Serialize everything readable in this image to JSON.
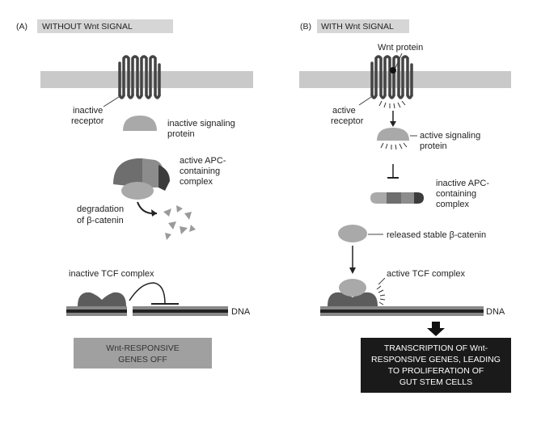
{
  "panel_a": {
    "letter": "(A)",
    "title": "WITHOUT Wnt SIGNAL",
    "receptor_label_1": "inactive",
    "receptor_label_2": "receptor",
    "signaling_label_1": "inactive signaling",
    "signaling_label_2": "protein",
    "apc_label_1": "active APC-",
    "apc_label_2": "containing",
    "apc_label_3": "complex",
    "degradation_label_1": "degradation",
    "degradation_label_2": "of β-catenin",
    "tcf_label": "inactive TCF complex",
    "dna_label": "DNA",
    "result_1": "Wnt-RESPONSIVE",
    "result_2": "GENES OFF"
  },
  "panel_b": {
    "letter": "(B)",
    "title": "WITH Wnt SIGNAL",
    "wnt_label": "Wnt protein",
    "receptor_label_1": "active",
    "receptor_label_2": "receptor",
    "signaling_label_1": "active signaling",
    "signaling_label_2": "protein",
    "apc_label_1": "inactive APC-",
    "apc_label_2": "containing",
    "apc_label_3": "complex",
    "catenin_label": "released stable β-catenin",
    "tcf_label": "active TCF complex",
    "dna_label": "DNA",
    "result_1": "TRANSCRIPTION OF Wnt-",
    "result_2": "RESPONSIVE GENES, LEADING",
    "result_3": "TO PROLIFERATION OF",
    "result_4": "GUT STEM CELLS"
  },
  "colors": {
    "membrane": "#c9c9c9",
    "header_box": "#d6d6d6",
    "protein_dark": "#4a4a4a",
    "protein_mid": "#8c8c8c",
    "protein_light": "#a9a9a9",
    "result_off_box": "#a0a0a0",
    "result_on_box": "#1a1a1a"
  }
}
